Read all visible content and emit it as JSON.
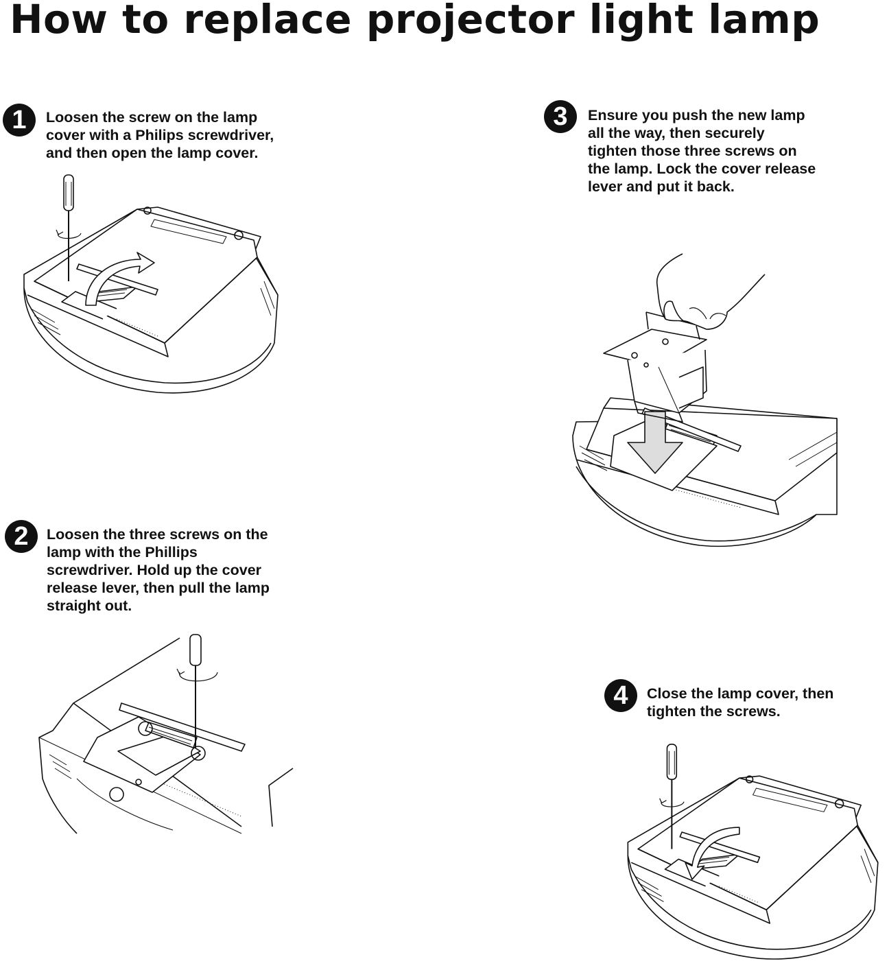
{
  "title": "How to replace projector light lamp",
  "steps": [
    {
      "number": "1",
      "lines": [
        "Loosen the screw on the lamp",
        "cover with a Philips screwdriver,",
        "and then open the lamp cover."
      ]
    },
    {
      "number": "2",
      "lines": [
        "Loosen the three screws on the",
        "lamp with the Phillips",
        "screwdriver. Hold up the cover",
        "release lever, then pull the lamp",
        "straight out."
      ]
    },
    {
      "number": "3",
      "lines": [
        "Ensure you push the new lamp",
        "all the way, then securely",
        "tighten those three screws on",
        "the lamp. Lock the cover release",
        "lever and put it back."
      ]
    },
    {
      "number": "4",
      "lines": [
        "Close the lamp cover, then",
        "tighten the screws."
      ]
    }
  ],
  "illustrations": {
    "step1": "projector-with-screwdriver-and-open-arrow",
    "step2": "projector-lamp-bay-with-screwdriver",
    "step3": "hand-inserting-lamp-into-projector",
    "step4": "projector-with-screwdriver-and-close-arrow"
  },
  "colors": {
    "ink": "#111111",
    "background": "#ffffff"
  }
}
